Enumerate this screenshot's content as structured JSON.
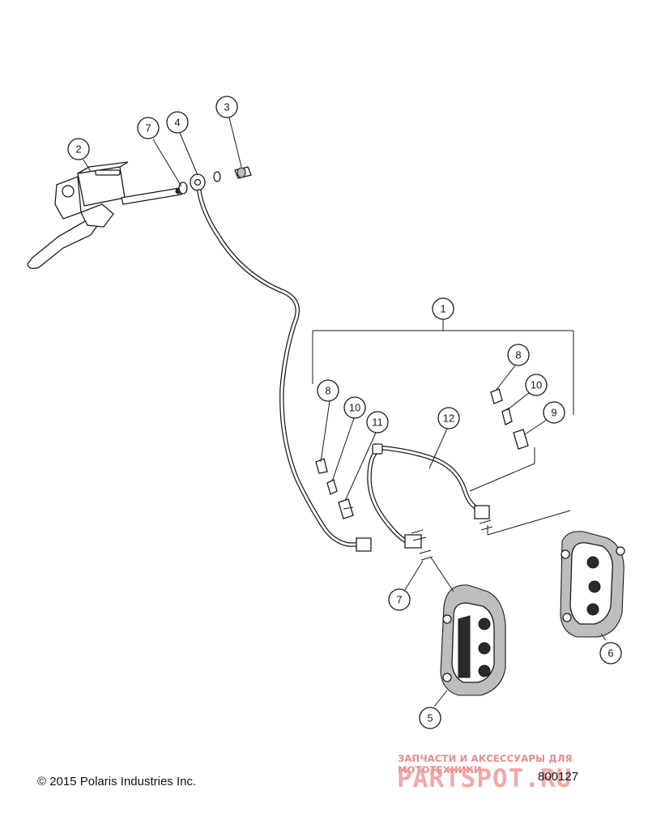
{
  "callouts": [
    {
      "id": "c1",
      "label": "1"
    },
    {
      "id": "c2",
      "label": "2"
    },
    {
      "id": "c3",
      "label": "3"
    },
    {
      "id": "c4",
      "label": "4"
    },
    {
      "id": "c5",
      "label": "5"
    },
    {
      "id": "c6",
      "label": "6"
    },
    {
      "id": "c7a",
      "label": "7"
    },
    {
      "id": "c7b",
      "label": "7"
    },
    {
      "id": "c8a",
      "label": "8"
    },
    {
      "id": "c8b",
      "label": "8"
    },
    {
      "id": "c9",
      "label": "9"
    },
    {
      "id": "c10a",
      "label": "10"
    },
    {
      "id": "c10b",
      "label": "10"
    },
    {
      "id": "c11",
      "label": "11"
    },
    {
      "id": "c12",
      "label": "12"
    }
  ],
  "footer": {
    "copyright": "© 2015 Polaris Industries Inc.",
    "part_number": "800127"
  },
  "watermark": {
    "caption": "ЗАПЧАСТИ И АКСЕССУАРЫ ДЛЯ МОТОТЕХНИКИ",
    "logo": "PARTSPOT.RU"
  }
}
